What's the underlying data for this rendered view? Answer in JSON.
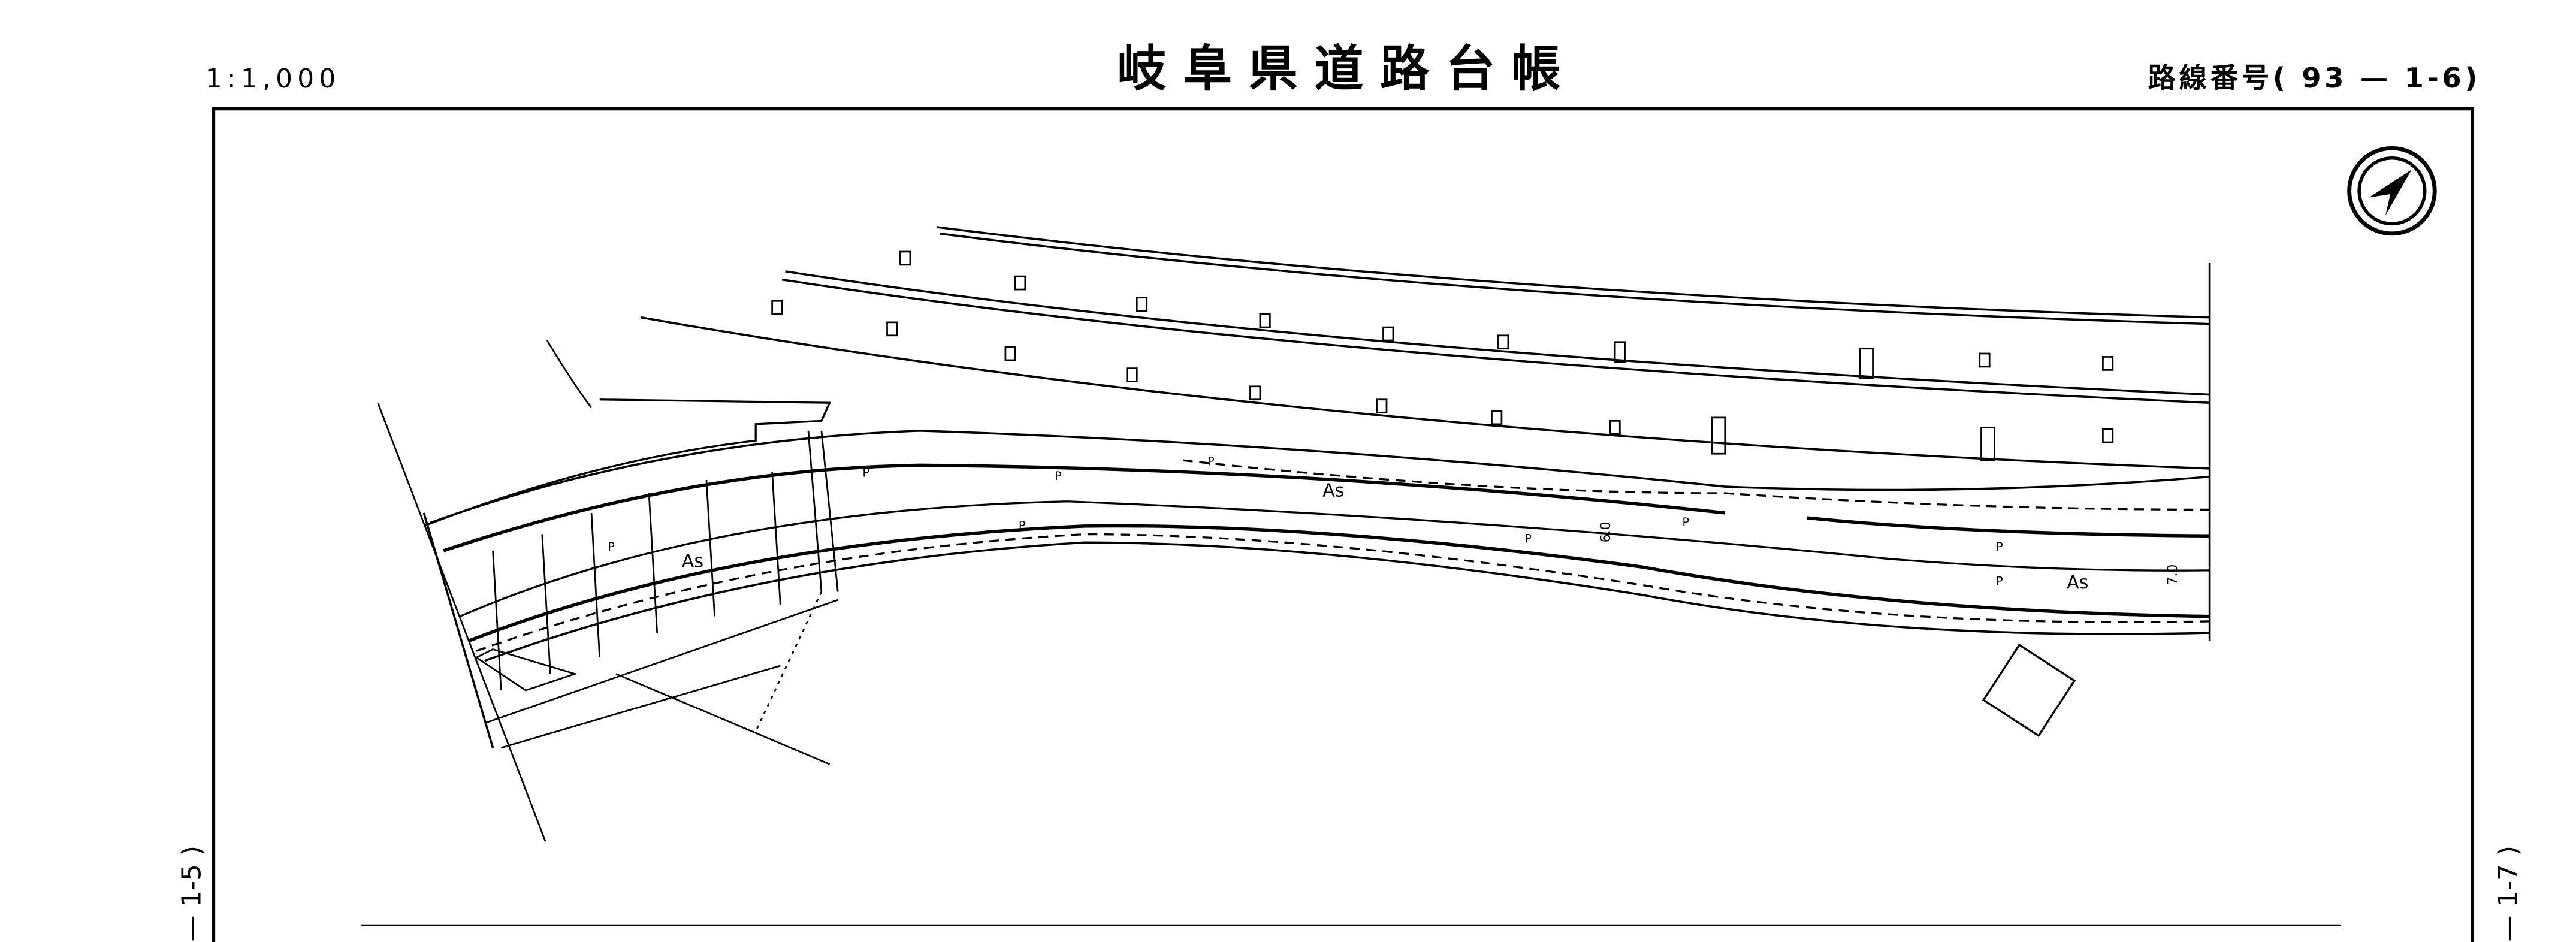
{
  "header": {
    "scale": "1:1,000",
    "title": "岐阜県道路台帳",
    "route_number": "路線番号( 93 — 1-6)"
  },
  "side_labels": {
    "left": "— 1-5 )",
    "right": "— 1-7 )"
  },
  "map_labels": {
    "as_1": "As",
    "as_2": "As",
    "as_3": "As",
    "p": "P",
    "width_1": "6.0",
    "width_2": "7.0"
  },
  "icons": {
    "north_arrow": "north-arrow-icon"
  }
}
